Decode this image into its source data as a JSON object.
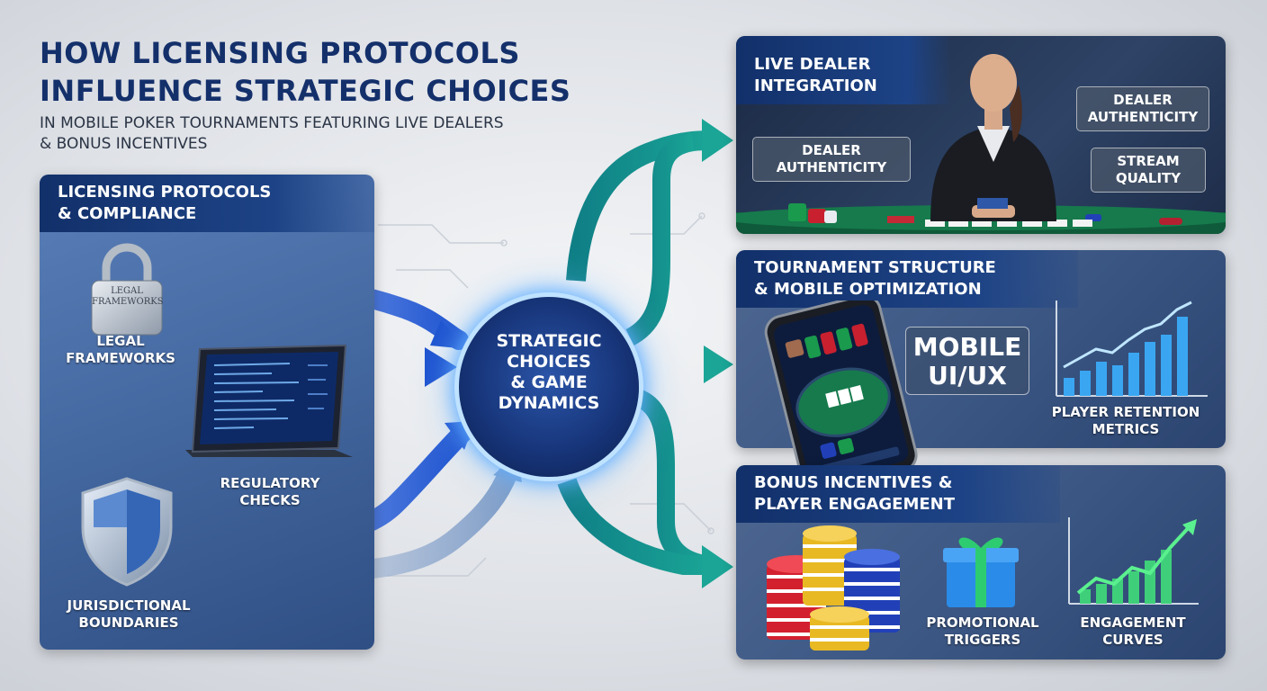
{
  "header": {
    "title_line1": "HOW LICENSING PROTOCOLS",
    "title_line2": "INFLUENCE STRATEGIC CHOICES",
    "subtitle_line1": "IN MOBILE POKER TOURNAMENTS FEATURING LIVE DEALERS",
    "subtitle_line2": "& BONUS INCENTIVES"
  },
  "left_panel": {
    "title_line1": "LICENSING PROTOCOLS",
    "title_line2": "& COMPLIANCE",
    "lock_text_line1": "LEGAL",
    "lock_text_line2": "FRAMEWORKS",
    "items": [
      {
        "line1": "LEGAL",
        "line2": "FRAMEWORKS",
        "icon": "padlock-icon"
      },
      {
        "line1": "REGULATORY",
        "line2": "CHECKS",
        "icon": "tablet-icon"
      },
      {
        "line1": "JURISDICTIONAL",
        "line2": "BOUNDARIES",
        "icon": "shield-icon"
      }
    ]
  },
  "hub": {
    "line1": "STRATEGIC",
    "line2": "CHOICES",
    "line3": "& GAME",
    "line4": "DYNAMICS"
  },
  "right_panels": {
    "live_dealer": {
      "title_line1": "LIVE DEALER",
      "title_line2": "INTEGRATION",
      "callouts": [
        {
          "line1": "DEALER",
          "line2": "AUTHENTICITY"
        },
        {
          "line1": "DEALER",
          "line2": "AUTHENTICITY"
        },
        {
          "line1": "STREAM",
          "line2": "QUALITY"
        }
      ]
    },
    "tournament": {
      "title_line1": "TOURNAMENT STRUCTURE",
      "title_line2": "& MOBILE OPTIMIZATION",
      "mobile_line1": "MOBILE",
      "mobile_line2": "UI/UX",
      "metric_line1": "PLAYER RETENTION",
      "metric_line2": "METRICS"
    },
    "bonus": {
      "title_line1": "BONUS INCENTIVES &",
      "title_line2": "PLAYER ENGAGEMENT",
      "item1_line1": "PROMOTIONAL",
      "item1_line2": "TRIGGERS",
      "item2_line1": "ENGAGEMENT",
      "item2_line2": "CURVES"
    }
  },
  "colors": {
    "title": "#14306b",
    "left_arrow": "#1e5bd6",
    "right_arrow": "#16958f",
    "hub_glow": "#8fd0ff",
    "chip_red": "#d3202f",
    "chip_blue": "#2140b8",
    "chip_gold": "#e8b923",
    "gift": "#2a8ce8",
    "bar_blue": "#3aa6f2",
    "bar_green": "#3fcf7a"
  }
}
